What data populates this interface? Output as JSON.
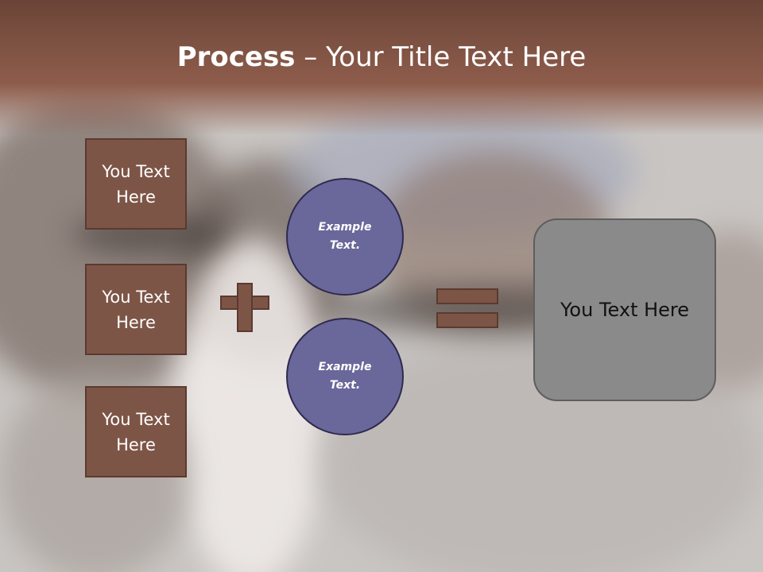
{
  "title": {
    "bold": "Process",
    "rest": " – Your Title Text Here"
  },
  "inputs": [
    {
      "label": "You Text Here"
    },
    {
      "label": "You Text Here"
    },
    {
      "label": "You Text Here"
    }
  ],
  "operators": {
    "plus": "plus-icon",
    "equals": "equals-icon"
  },
  "circles": [
    {
      "label": "Example Text."
    },
    {
      "label": "Example Text."
    }
  ],
  "result": {
    "label": "You Text Here"
  },
  "colors": {
    "header": "#7c5142",
    "box_fill": "#7d5547",
    "circle_fill": "#6a679b",
    "result_fill": "#8a8a8a"
  }
}
